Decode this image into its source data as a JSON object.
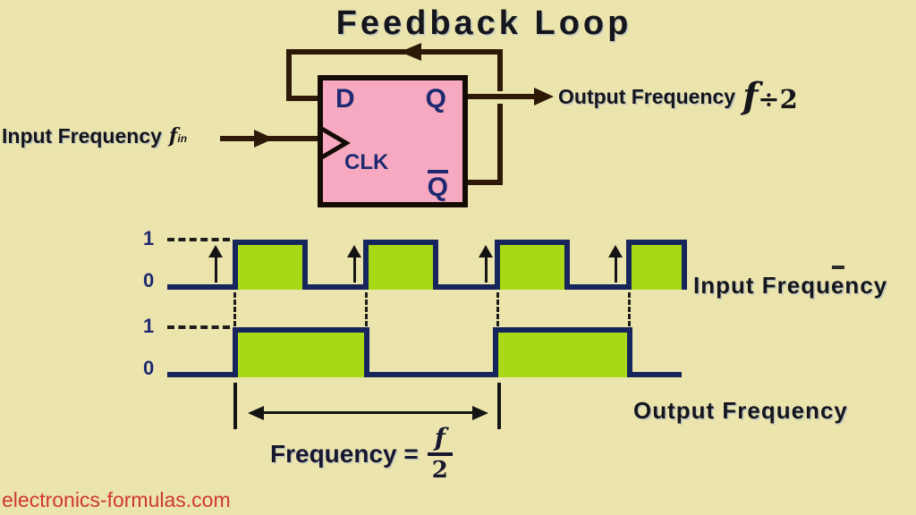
{
  "title": "Feedback Loop",
  "flip_flop": {
    "pin_d": "D",
    "pin_q": "Q",
    "pin_clk": "CLK",
    "pin_qbar": "Q"
  },
  "signals": {
    "input_label": "Input Frequency",
    "input_symbol": "f",
    "input_sub": "in",
    "output_label": "Output Frequency",
    "output_symbol": "f",
    "output_suffix": "÷2"
  },
  "waveforms": {
    "input": {
      "name": "Input Frequency",
      "level_high": "1",
      "level_low": "0",
      "pulse_count": 4
    },
    "output": {
      "name": "Output Frequency",
      "level_high": "1",
      "level_low": "0",
      "pulse_count": 2
    },
    "relationship": "output frequency is half of input frequency"
  },
  "formula": {
    "label": "Frequency =",
    "numerator": "f",
    "denominator": "2"
  },
  "watermark": "electronics-formulas.com",
  "colors": {
    "background": "#ece4ad",
    "flip_flop_fill": "#f6a9c0",
    "wave_green": "#a8d816",
    "wave_outline": "#16255c",
    "wire": "#2e1808",
    "pin_text": "#1f2a72",
    "watermark_red": "#cf3832",
    "text_dark": "#15151c"
  }
}
